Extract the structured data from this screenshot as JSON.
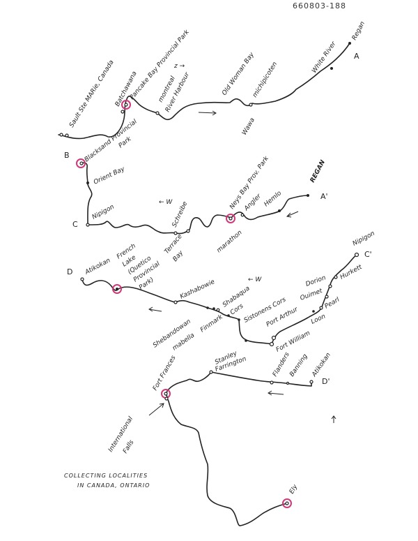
{
  "document_id": "660803-188",
  "title_line1": "COLLECTING LOCALITIES",
  "title_line2": "IN CANADA, ONTARIO",
  "accent_color": "#d2377a",
  "segment_a": {
    "start_marker": "A",
    "direction_label": "z →",
    "places": {
      "sault": "Sault Ste MARie, Canada",
      "batchawana": "Batchawana",
      "pancake": "Pancake Bay Provincial Park",
      "montreal": "montreal",
      "montreal2": "River Harbour",
      "old_woman": "Old Woman Bay",
      "michipicoten": "michipicoten",
      "wawa": "Wawa",
      "white_river": "White River",
      "regan": "Regan"
    }
  },
  "segment_b": {
    "marker_b": "B",
    "marker_c": "C",
    "marker_a_prime": "A'",
    "direction_label": "← W",
    "places": {
      "blacksand": "Blacksand Provincial",
      "blacksand2": "Park",
      "orient_bay": "Orient Bay",
      "nipigon": "Nipigon",
      "schreiber": "Schreibe",
      "terrace": "Terrace",
      "terrace2": "Bay",
      "neys": "Neys Bay Prov. Park",
      "angler": "Angler",
      "marathon": "marathon",
      "hemlo": "Hemlo",
      "regan": "REGAN"
    }
  },
  "segment_c": {
    "marker_d": "D",
    "marker_c_prime": "C'",
    "direction_label": "← W",
    "places": {
      "atikokan": "Atikokan",
      "french1": "French",
      "french2": "Lake",
      "french3": "(Quetico",
      "french4": "Provincial",
      "french5": "Park)",
      "kashabowie": "Kashabowie",
      "shebandowan": "Shebandowan",
      "mabella": "mabella",
      "shabaqua": "Shabaqua",
      "shabaqua2": "Cors",
      "finmark": "Finmark",
      "sistonens": "Sistonens Cors",
      "stanley": "Stanley",
      "port_arthur": "Port Arthur",
      "fort_william": "Fort William",
      "loon": "Loon",
      "pearl": "Pearl",
      "ouimet": "Ouimet",
      "dorion": "Dorion",
      "hurkett": "Hurkett",
      "nipigon": "Nipigon"
    }
  },
  "segment_d": {
    "marker_d_prime": "D'",
    "places": {
      "atikokan": "Atikokan",
      "banning": "Banning",
      "flanders": "Flanders",
      "farrington": "Farrington",
      "fort_frances": "Fort Frances",
      "intl_falls1": "International",
      "intl_falls2": "Falls",
      "ely": "Ely"
    }
  }
}
